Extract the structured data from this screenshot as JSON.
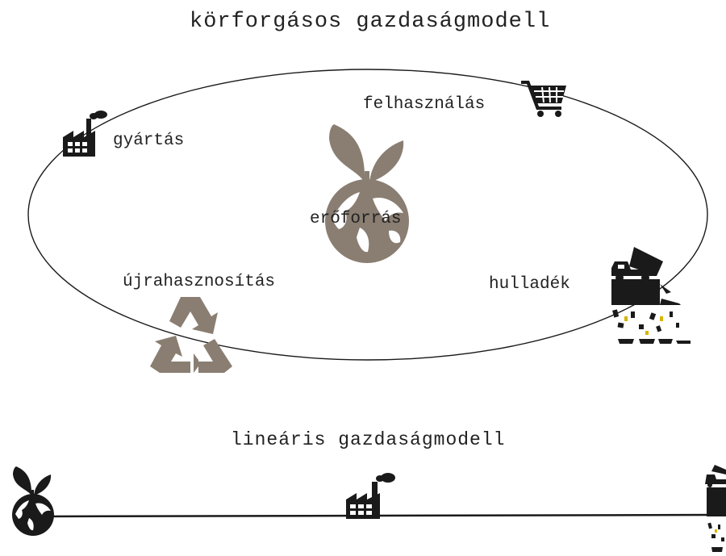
{
  "circular": {
    "title": "körforgásos gazdaságmodell",
    "steps": {
      "production": "gyártás",
      "use": "felhasználás",
      "resource": "erőforrás",
      "recycling": "újrahasznosítás",
      "waste": "hulladék"
    }
  },
  "linear": {
    "title": "lineáris gazdaságmodell"
  },
  "colors": {
    "line": "#1a1a1a",
    "icon_dark": "#1a1a1a",
    "icon_brown": "#8a7e72",
    "text": "#222222"
  },
  "icons": [
    "factory-icon",
    "shopping-cart-icon",
    "globe-sprout-icon",
    "recycle-icon",
    "dump-truck-landfill-icon"
  ]
}
